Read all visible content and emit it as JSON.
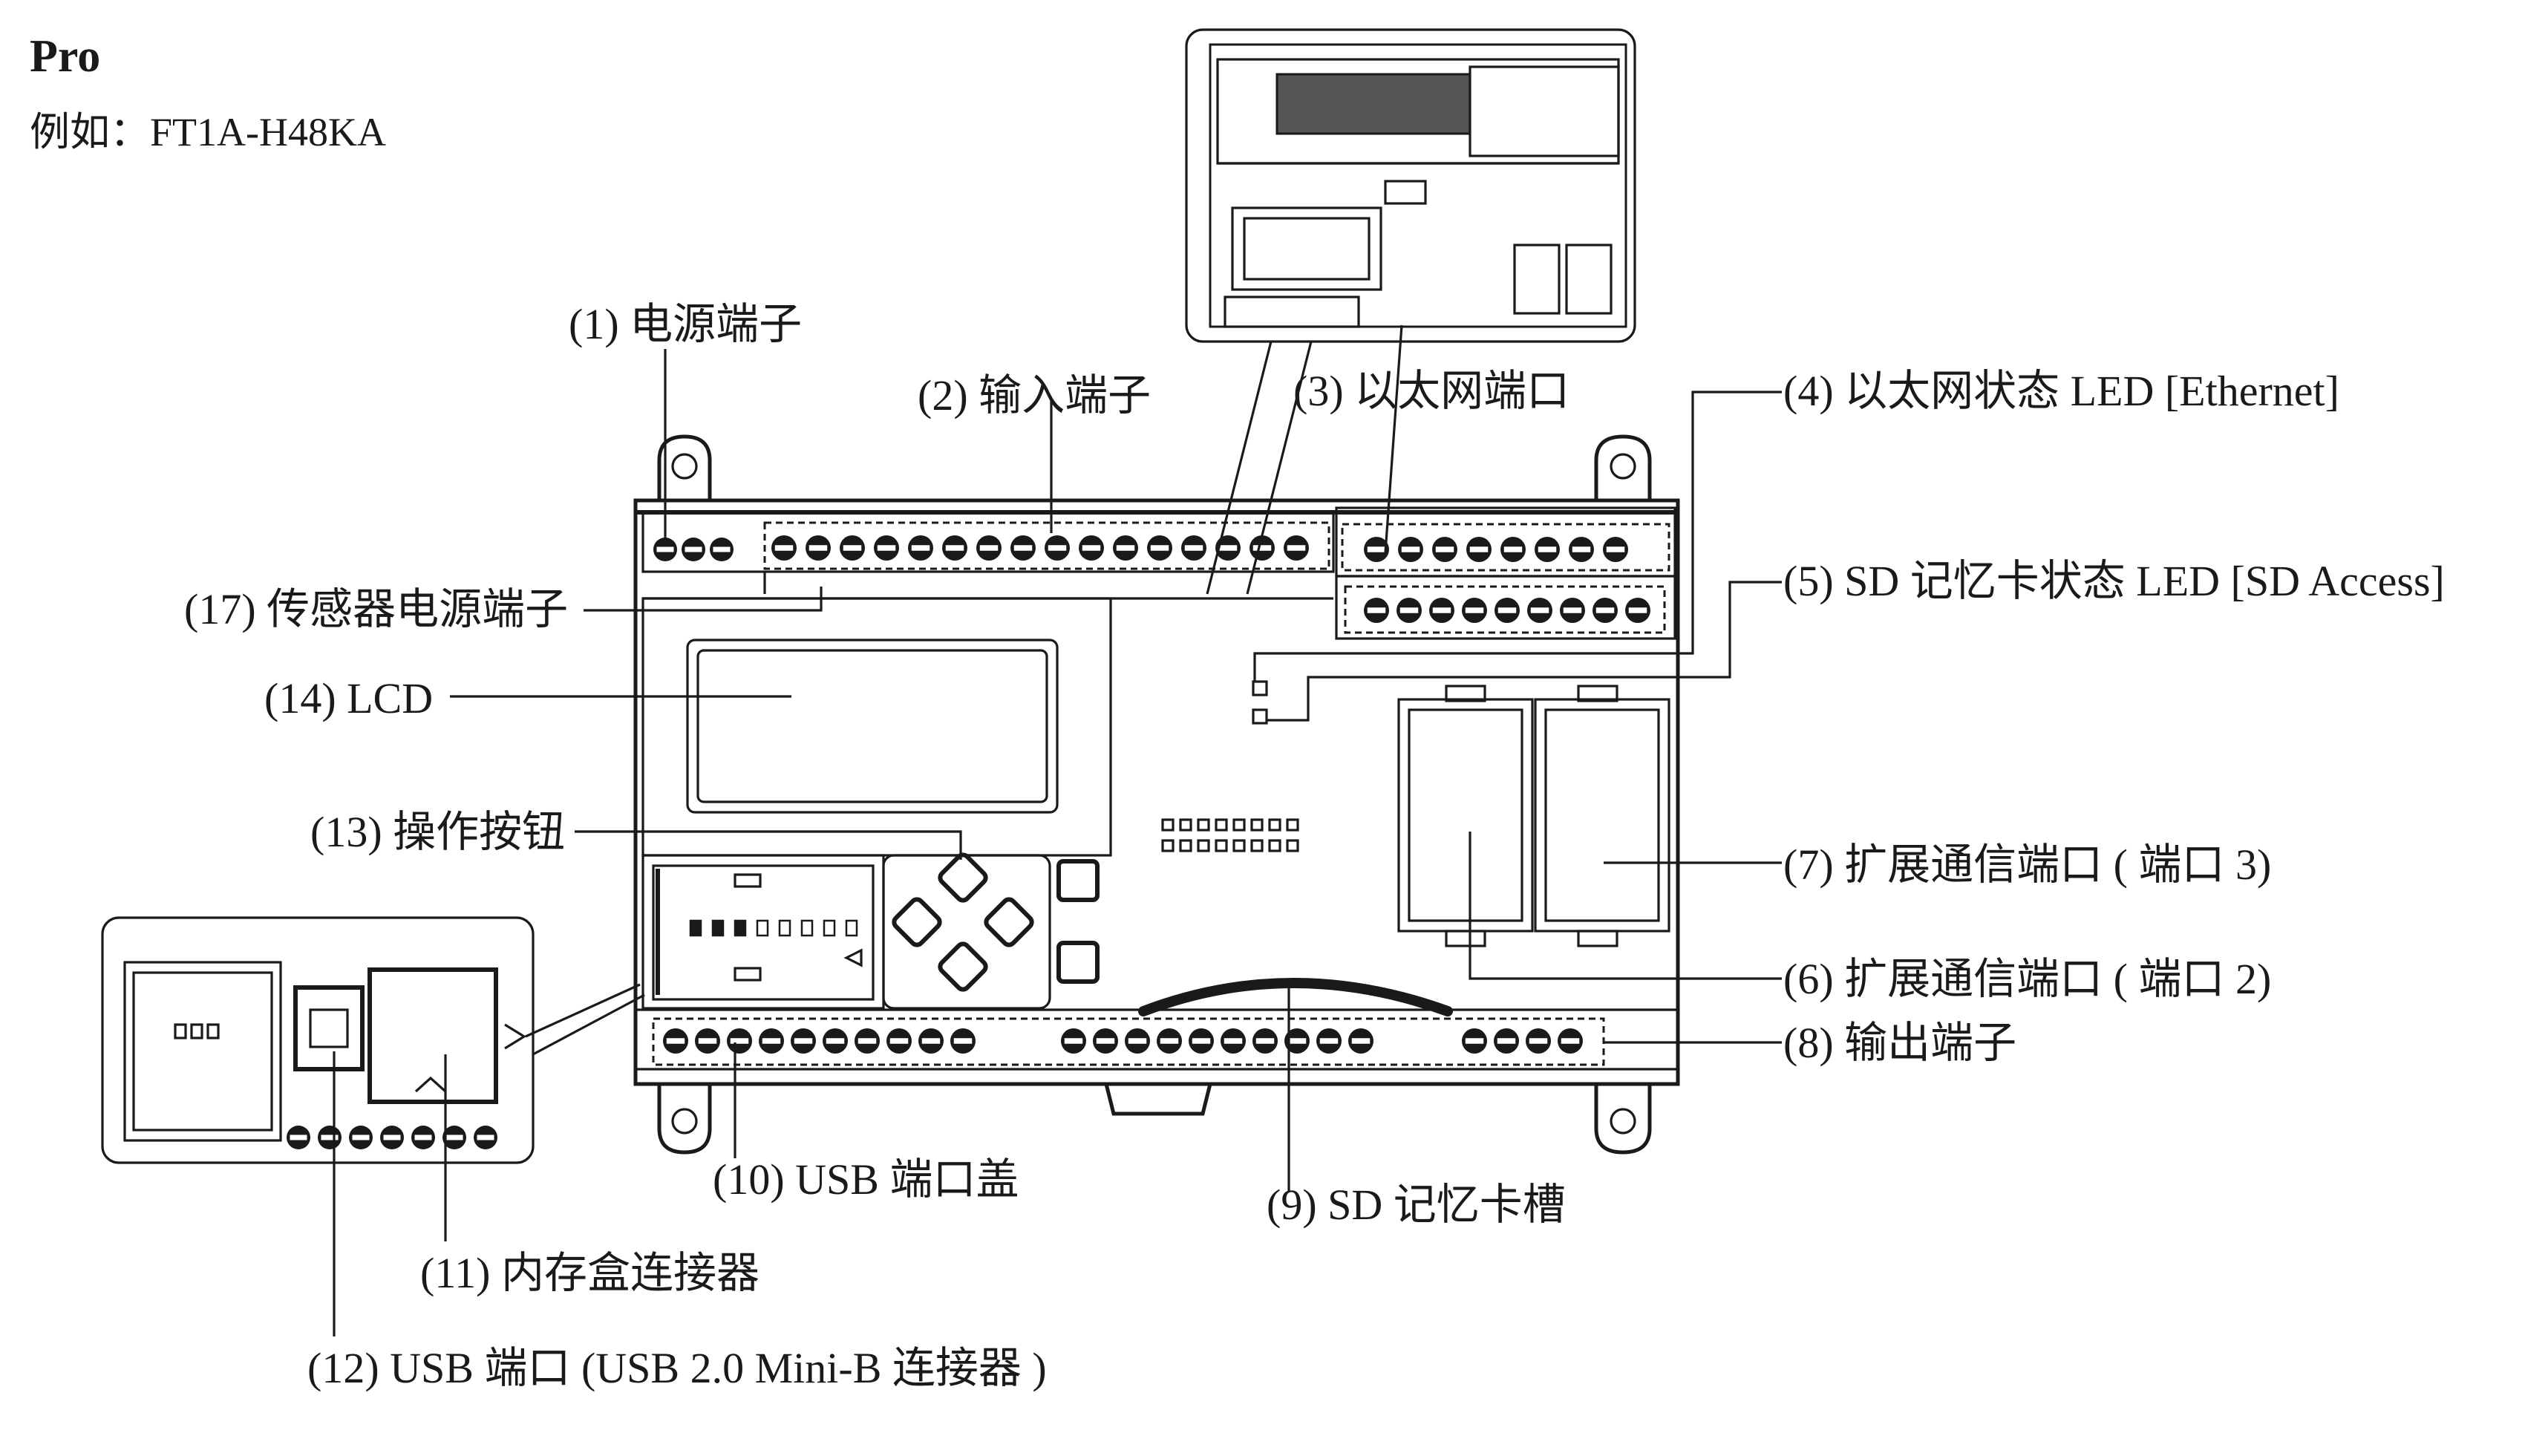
{
  "header": {
    "title": "Pro",
    "example": "例如：FT1A-H48KA"
  },
  "labels": {
    "power_terminal": "(1) 电源端子",
    "input_terminal": "(2) 输入端子",
    "ethernet_port": "(3) 以太网端口",
    "ethernet_led": "(4) 以太网状态 LED [Ethernet]",
    "sd_led": "(5) SD 记忆卡状态 LED [SD Access]",
    "expansion_port2": "(6) 扩展通信端口 ( 端口 2)",
    "expansion_port3": "(7) 扩展通信端口 ( 端口 3)",
    "output_terminal": "(8) 输出端子",
    "sd_slot": "(9) SD 记忆卡槽",
    "usb_cover": "(10) USB 端口盖",
    "memory_connector": "(11) 内存盒连接器",
    "usb_port": "(12) USB 端口 (USB 2.0 Mini-B 连接器 )",
    "operation_buttons": "(13) 操作按钮",
    "lcd": "(14) LCD",
    "sensor_power": "(17) 传感器电源端子"
  }
}
